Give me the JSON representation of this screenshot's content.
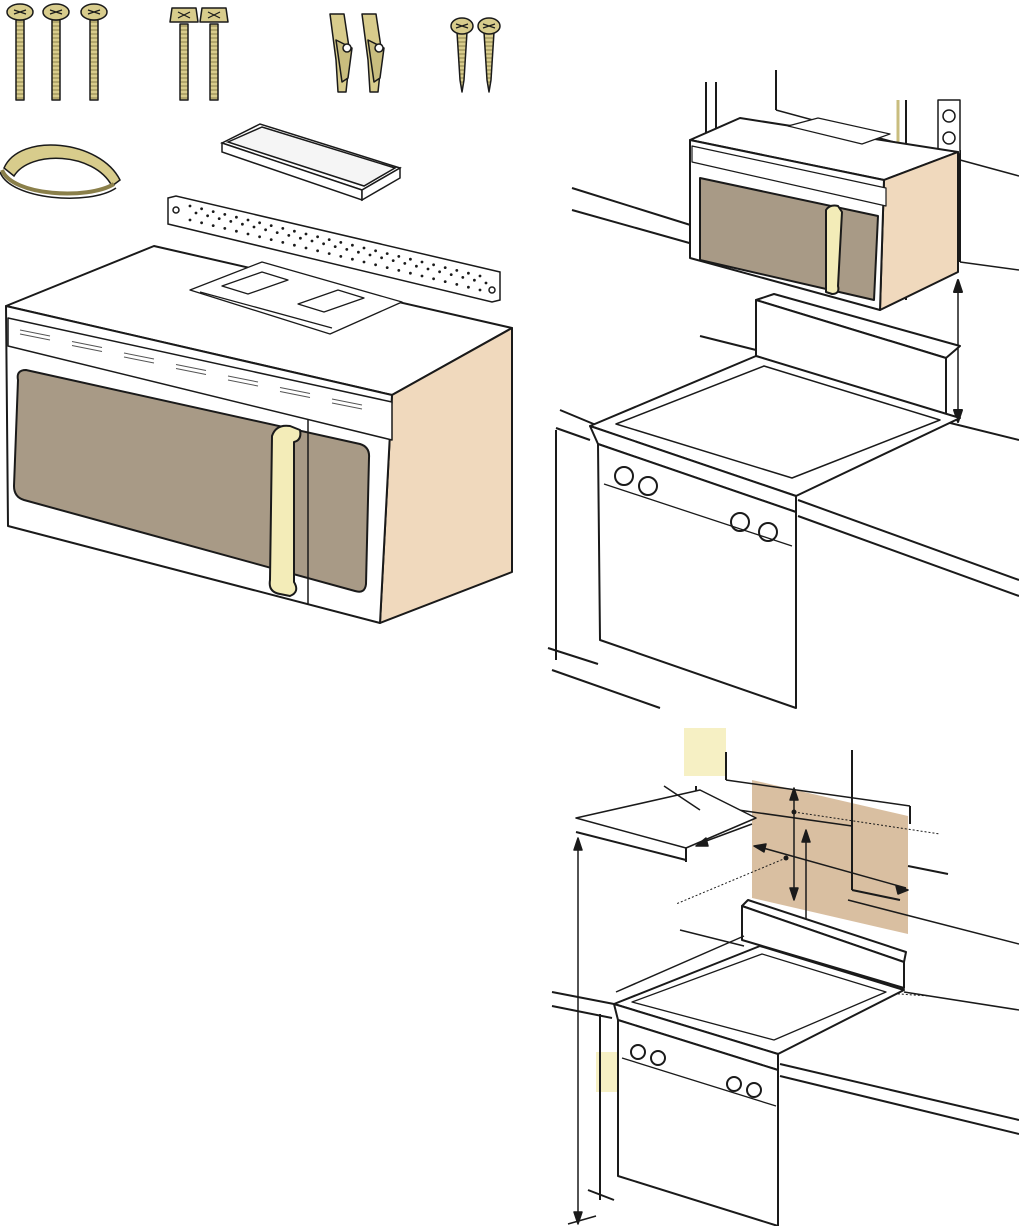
{
  "colors": {
    "outline": "#1a1a1a",
    "screw": "#d8cc8c",
    "screw_dark": "#8a7f4a",
    "body_white": "#ffffff",
    "window": "#a89a86",
    "side_tan": "#f0d9bd",
    "handle": "#f3ecb8",
    "wall_zone": "#d9bfa1",
    "label_box": "#f6f0c4"
  },
  "parts": {
    "long_screws": 3,
    "bolts": 2,
    "toggle_anchors": 2,
    "wood_screws": 2
  },
  "icons": [
    "screw-icon",
    "bolt-icon",
    "toggle-anchor-icon",
    "wood-screw-icon",
    "power-outlet-icon"
  ]
}
